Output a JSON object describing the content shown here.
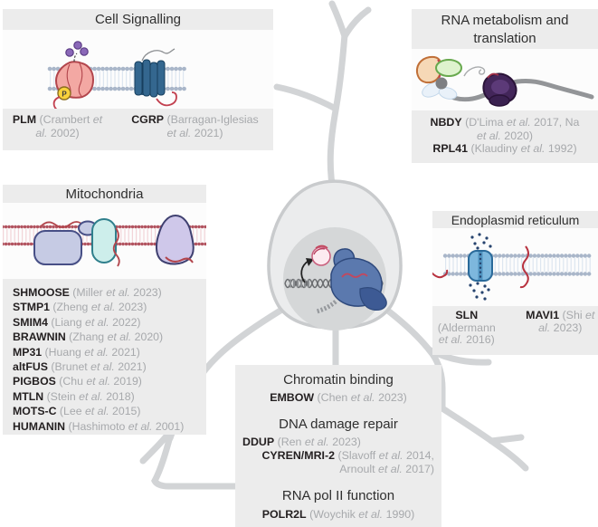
{
  "figure_subject": "Microproteins and their subcellular localisation in a neuron",
  "colors": {
    "box_bg": "#ececec",
    "illustration_bg": "#fcfcfc",
    "title_text": "#2f2f2f",
    "protein_name_text": "#231f20",
    "citation_text": "#a7a9ac",
    "neuron_gray": "#d2d4d6",
    "soma_fill": "#ebeced",
    "nucleus_fill": "#d5d7d8",
    "membrane_blue_heads": "#a9b6c9",
    "membrane_red_heads": "#b25460",
    "plm_salmon": "#f3a8a3",
    "gpcr_blue": "#34678f",
    "phospho_yellow": "#f8d23c",
    "ligand_purple": "#8a68b8",
    "mito_protein_periwinkle": "#c6cbe4",
    "mito_protein_cyan": "#cdeeeb",
    "er_channel_blue": "#7db7dd",
    "ribosome_purple": "#43265a",
    "rna_pol_blue": "#5b79ae",
    "red_peptide": "#c2404f"
  },
  "panels": {
    "cell_signalling": {
      "title": "Cell Signalling",
      "phospho_label": "P",
      "entries": [
        {
          "name": "PLM",
          "cite": "(Crambert et al. 2002)"
        },
        {
          "name": "CGRP",
          "cite": "(Barragan-Iglesias et al. 2021)"
        }
      ]
    },
    "rna_metabolism": {
      "title": "RNA metabolism and translation",
      "entries": [
        {
          "name": "NBDY",
          "cite": "(D'Lima et al. 2017, Na et al. 2020)"
        },
        {
          "name": "RPL41",
          "cite": "(Klaudiny et al. 1992)"
        }
      ]
    },
    "mitochondria": {
      "title": "Mitochondria",
      "entries": [
        {
          "name": "SHMOOSE",
          "cite": "(Miller et al. 2023)"
        },
        {
          "name": "STMP1",
          "cite": "(Zheng et al. 2023)"
        },
        {
          "name": "SMIM4",
          "cite": "(Liang et al. 2022)"
        },
        {
          "name": "BRAWNIN",
          "cite": "(Zhang et al. 2020)"
        },
        {
          "name": "MP31",
          "cite": "(Huang et al. 2021)"
        },
        {
          "name": "altFUS",
          "cite": "(Brunet et al. 2021)"
        },
        {
          "name": "PIGBOS",
          "cite": "(Chu et al. 2019)"
        },
        {
          "name": "MTLN",
          "cite": "(Stein et al. 2018)"
        },
        {
          "name": "MOTS-C",
          "cite": "(Lee et al. 2015)"
        },
        {
          "name": "HUMANIN",
          "cite": "(Hashimoto et al. 2001)"
        }
      ]
    },
    "endoplasmic_reticulum": {
      "title": "Endoplasmid reticulum",
      "entries": [
        {
          "name": "SLN",
          "cite": "(Aldermann et al. 2016)"
        },
        {
          "name": "MAVI1",
          "cite": "(Shi et al. 2023)"
        }
      ]
    },
    "nuclear_functions": {
      "groups": [
        {
          "heading": "Chromatin binding",
          "entries": [
            {
              "name": "EMBOW",
              "cite": "(Chen et al. 2023)"
            }
          ]
        },
        {
          "heading": "DNA damage repair",
          "entries": [
            {
              "name": "DDUP",
              "cite": "(Ren et al. 2023)"
            },
            {
              "name": "CYREN/MRI-2",
              "cite": "(Slavoff et al. 2014, Arnoult et al. 2017)"
            }
          ]
        },
        {
          "heading": "RNA pol II function",
          "entries": [
            {
              "name": "POLR2L",
              "cite": "(Woychik et al. 1990)"
            }
          ]
        }
      ]
    }
  }
}
